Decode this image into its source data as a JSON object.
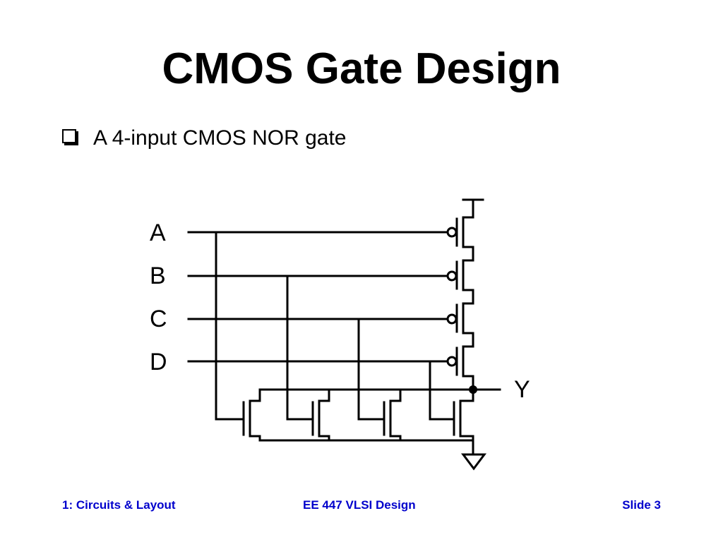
{
  "slide": {
    "title": "CMOS Gate Design",
    "bullet": "A 4-input CMOS NOR gate"
  },
  "diagram": {
    "inputs": [
      "A",
      "B",
      "C",
      "D"
    ],
    "output": "Y"
  },
  "footer": {
    "left": "1: Circuits & Layout",
    "center": "EE 447 VLSI Design",
    "right": "Slide 3"
  },
  "colors": {
    "footer_text": "#0000cc",
    "wire": "#000000"
  }
}
